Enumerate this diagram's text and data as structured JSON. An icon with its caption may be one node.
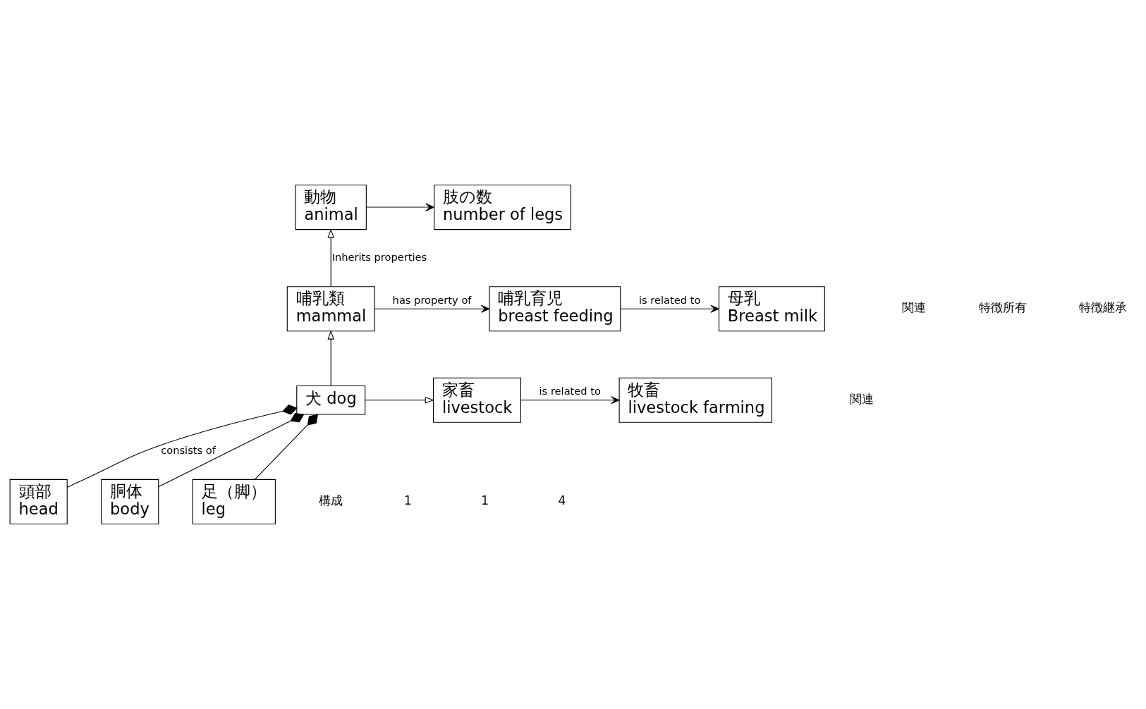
{
  "diagram": {
    "nodes": [
      {
        "text": [
          "動物",
          "animal"
        ]
      },
      {
        "text": [
          "肢の数",
          "number of legs"
        ]
      },
      {
        "text": [
          "哺乳類",
          "mammal"
        ]
      },
      {
        "text": [
          "哺乳育児",
          "breast feeding"
        ]
      },
      {
        "text": [
          "母乳",
          "Breast milk"
        ]
      },
      {
        "text": [
          "犬 dog"
        ]
      },
      {
        "text": [
          "家畜",
          "livestock"
        ]
      },
      {
        "text": [
          "牧畜",
          "livestock farming"
        ]
      },
      {
        "text": [
          "頭部",
          "head"
        ]
      },
      {
        "text": [
          "胴体",
          "body"
        ]
      },
      {
        "text": [
          "足（脚）",
          "leg"
        ]
      }
    ],
    "edges": [
      {
        "from": 0,
        "to": 1,
        "arrow": "to"
      },
      {
        "from": 2,
        "to": 0,
        "arrow": "to",
        "label": "Inherits properties"
      },
      {
        "from": 2,
        "to": 3,
        "arrow": "to",
        "label": "has property of"
      },
      {
        "from": 3,
        "to": 4,
        "arrow": "to",
        "label": "is related to"
      },
      {
        "from": 5,
        "to": 2,
        "arrow": "to"
      },
      {
        "from": 5,
        "to": 6,
        "arrow": "to"
      },
      {
        "from": 6,
        "to": 7,
        "arrow": "to",
        "label": "is related to"
      },
      {
        "from": 5,
        "to": 8,
        "arrow": "other",
        "label": "consists of"
      },
      {
        "from": 5,
        "to": 9,
        "arrow": "other"
      },
      {
        "from": 5,
        "to": 10,
        "arrow": "other"
      }
    ],
    "labels": [
      "特徴継承",
      "特徴所有",
      "関連",
      "関連",
      "構成",
      "1",
      "1",
      "4"
    ]
  }
}
